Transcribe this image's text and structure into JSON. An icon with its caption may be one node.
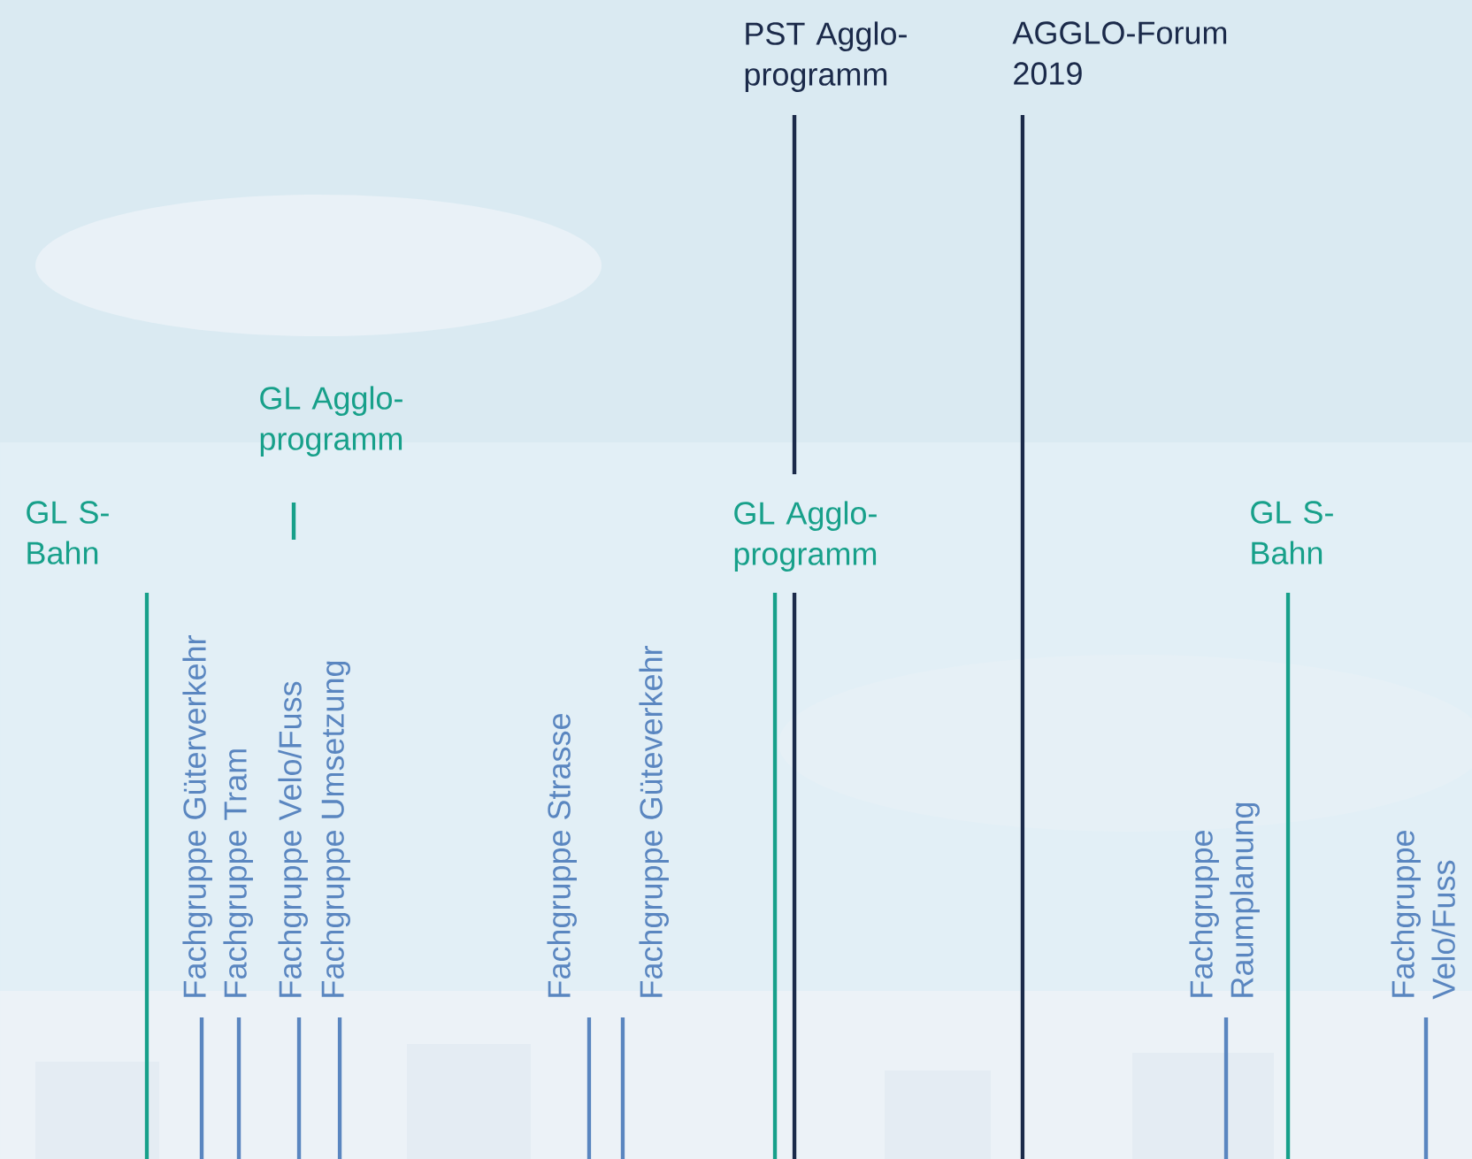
{
  "diagram": {
    "labels": [
      "PST Agglo- programm",
      "AGGLO-Forum 2019",
      "GL Agglo- programm",
      "GL S-Bahn",
      "Fachgruppe Güterverkehr",
      "Fachgruppe Tram",
      "Fachgruppe Velo/Fuss",
      "Fachgruppe Umsetzung",
      "Fachgruppe Strasse",
      "Fachgruppe Güteverkehr",
      "GL Agglo- programm",
      "GL S-Bahn",
      "Fachgruppe Raumplanung",
      "Fachgruppe Velo/Fuss"
    ]
  }
}
